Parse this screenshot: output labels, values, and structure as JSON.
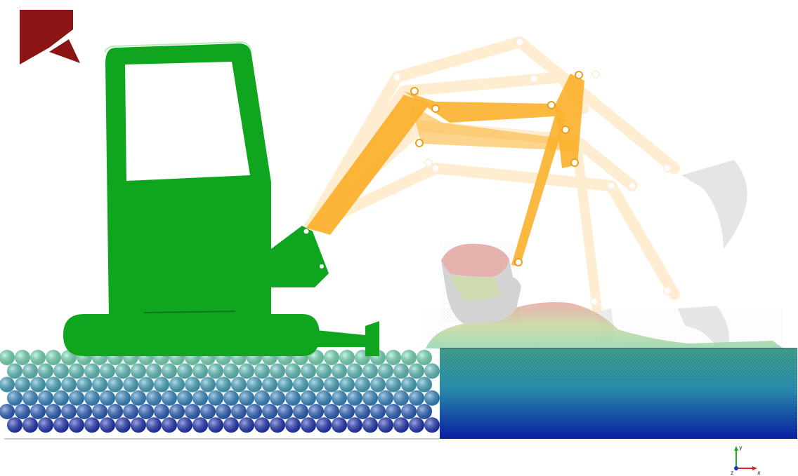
{
  "axes_triad": {
    "y_label": "y",
    "x_label": "x",
    "z_label": "z",
    "y_color": "#2aa82a",
    "x_color": "#e02020",
    "z_color": "#2030c0"
  },
  "colors": {
    "logo": "#8b1414",
    "excavator_body": "#0fa51f",
    "excavator_arm": "#fbb12e",
    "ghost_bucket": "#dddddd",
    "particle_top": "#7ff0c8",
    "particle_mid": "#3aa0d8",
    "particle_bottom": "#1a22c0",
    "background": "#ffffff"
  },
  "ghost_arm_poses": 4
}
